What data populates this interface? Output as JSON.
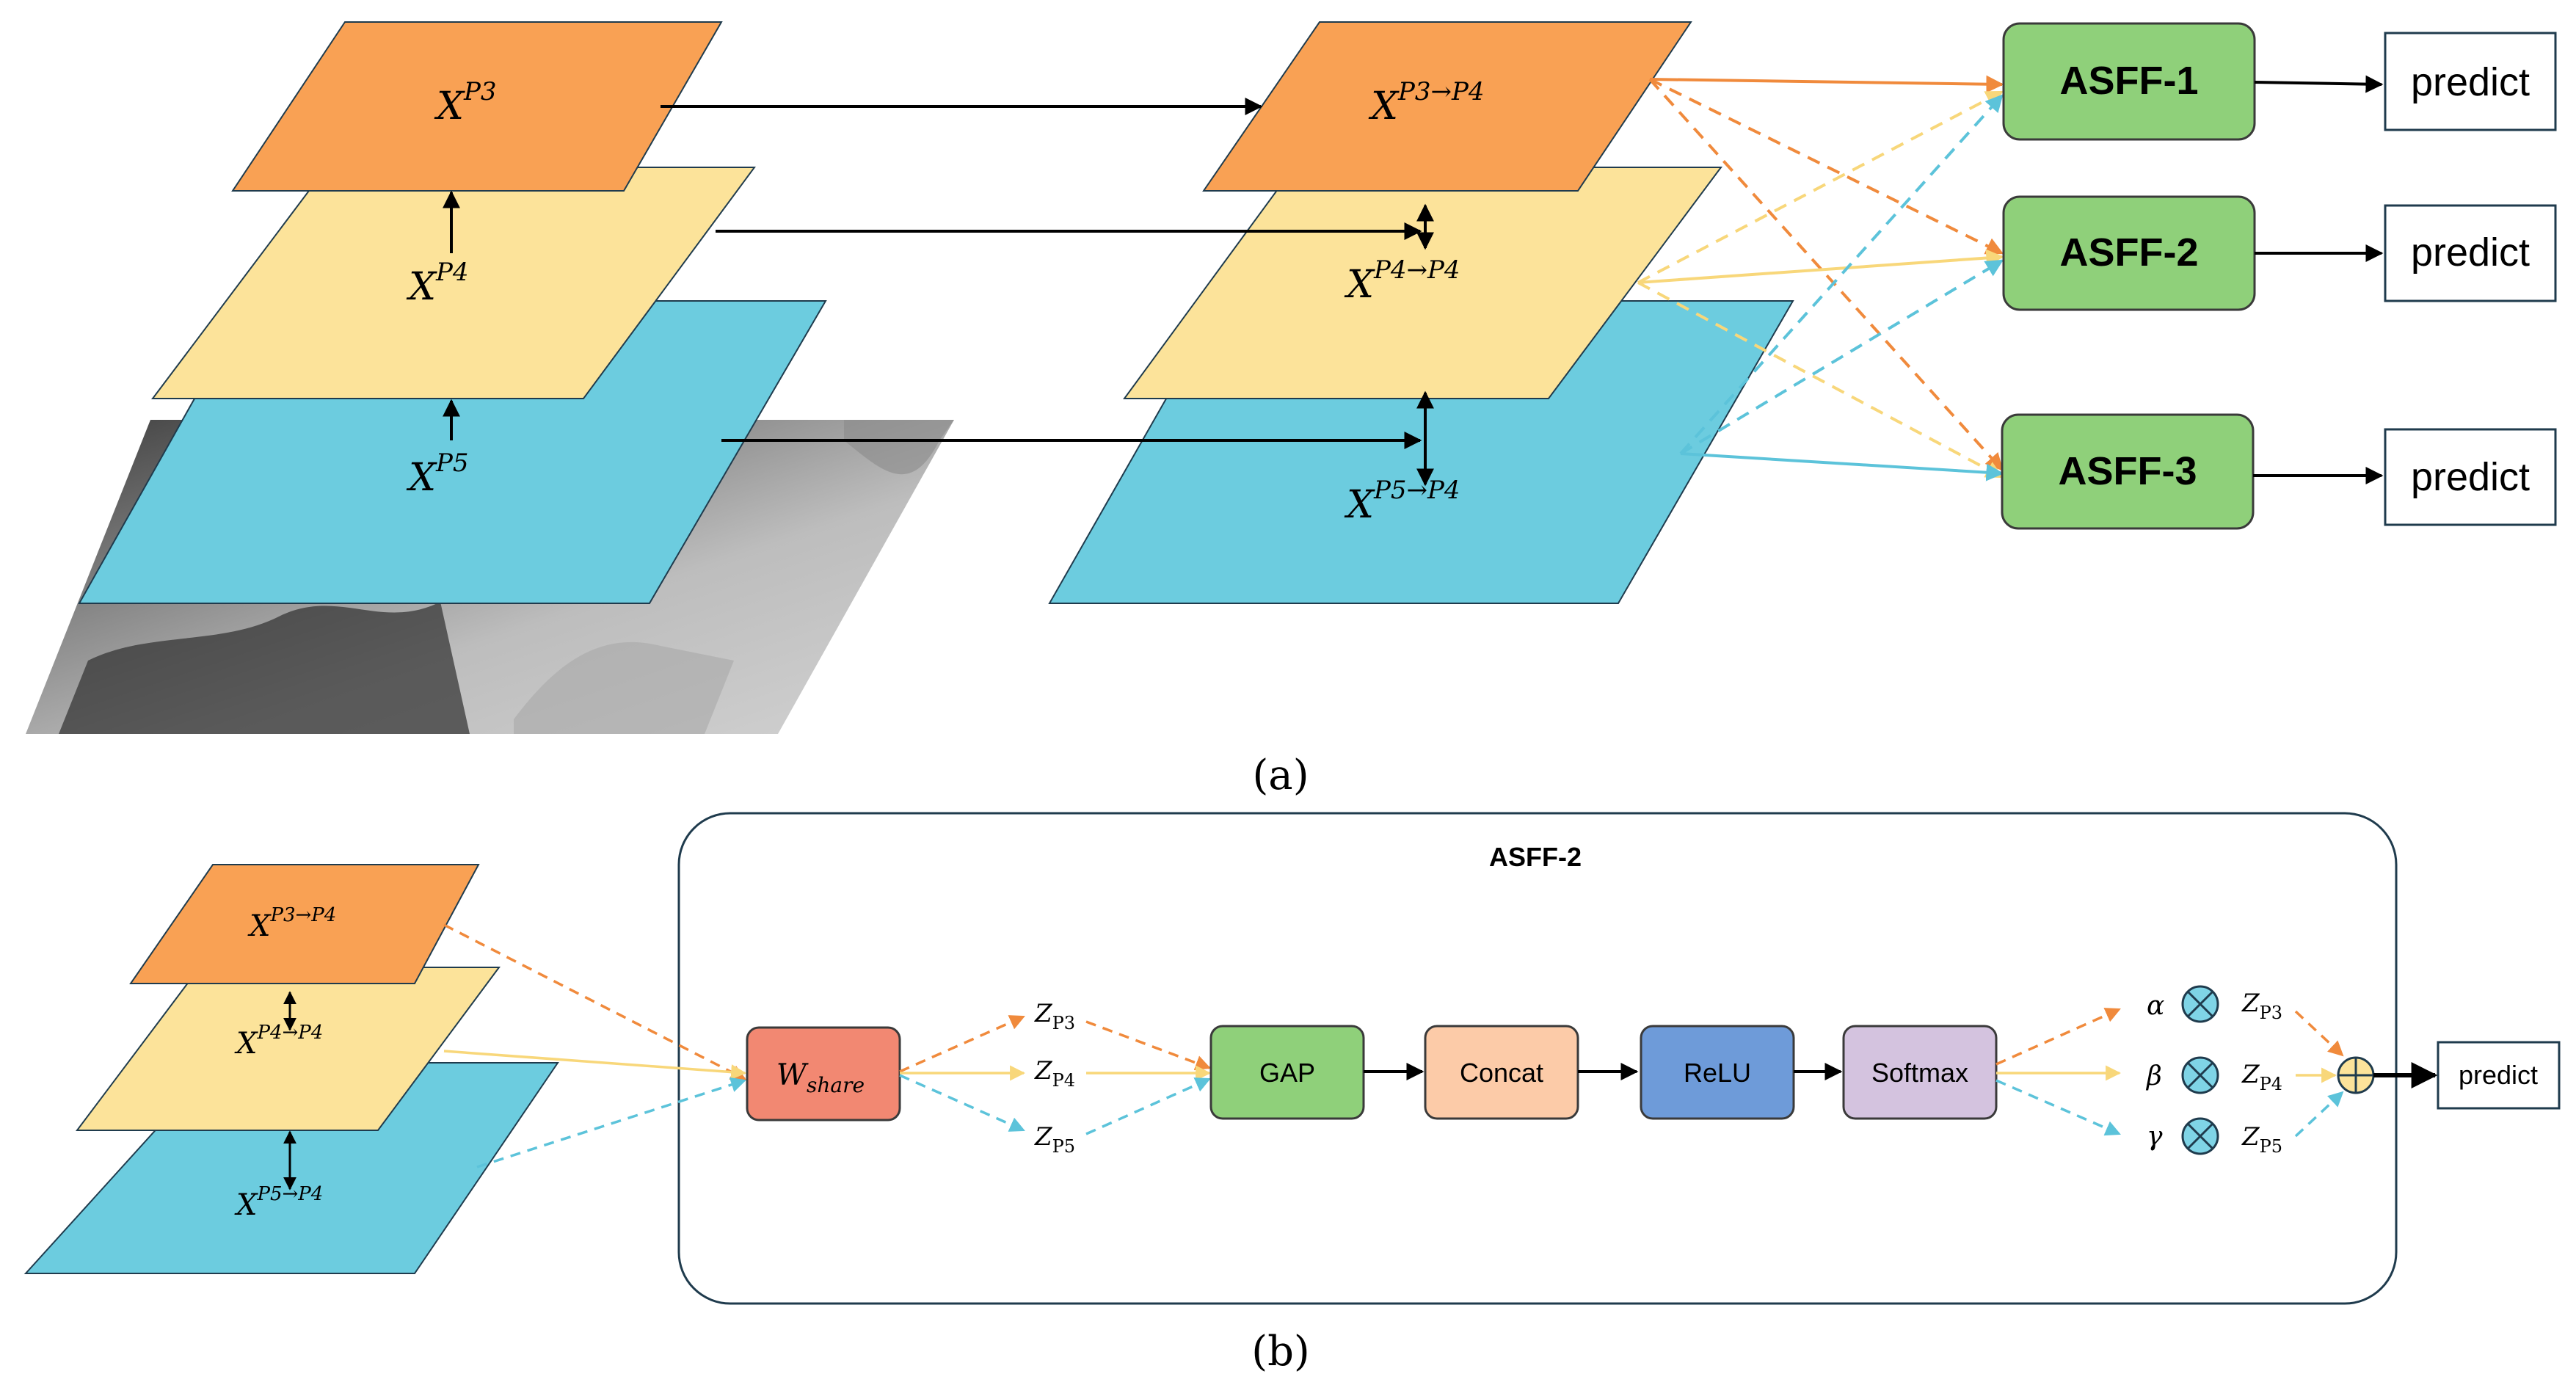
{
  "panel_a": {
    "caption": "(a)",
    "input_layers": {
      "p3": {
        "base": "X",
        "sup": "P3"
      },
      "p4": {
        "base": "X",
        "sup": "P4"
      },
      "p5": {
        "base": "X",
        "sup": "P5"
      }
    },
    "resized_layers": {
      "p3": {
        "base": "X",
        "sup": "P3→P4"
      },
      "p4": {
        "base": "X",
        "sup": "P4→P4"
      },
      "p5": {
        "base": "X",
        "sup": "P5→P4"
      }
    },
    "asff_blocks": [
      "ASFF-1",
      "ASFF-2",
      "ASFF-3"
    ],
    "outputs": [
      "predict",
      "predict",
      "predict"
    ]
  },
  "panel_b": {
    "caption": "(b)",
    "container_title": "ASFF-2",
    "layers": {
      "p3": {
        "base": "X",
        "sup": "P3→P4"
      },
      "p4": {
        "base": "X",
        "sup": "P4→P4"
      },
      "p5": {
        "base": "X",
        "sup": "P5→P4"
      }
    },
    "w_share": {
      "base": "W",
      "sub": "share"
    },
    "z_left": [
      {
        "base": "Z",
        "sub": "P3"
      },
      {
        "base": "Z",
        "sub": "P4"
      },
      {
        "base": "Z",
        "sub": "P5"
      }
    ],
    "blocks": {
      "gap": "GAP",
      "concat": "Concat",
      "relu": "ReLU",
      "softmax": "Softmax"
    },
    "weights": [
      "α",
      "β",
      "γ"
    ],
    "z_right": [
      {
        "base": "Z",
        "sub": "P3"
      },
      {
        "base": "Z",
        "sub": "P4"
      },
      {
        "base": "Z",
        "sub": "P5"
      }
    ],
    "output": "predict"
  },
  "colors": {
    "p3_orange": "#F9A154",
    "p4_yellow": "#FCE39A",
    "p5_blue": "#6CCCDF",
    "asff_green": "#8FD07A",
    "w_share_red": "#F28872",
    "gap_green": "#8FD07A",
    "concat_peach": "#FCCBA8",
    "relu_blue": "#6E9BD9",
    "softmax_lilac": "#D4C3DF",
    "multiply_cyan": "#7FD4E6",
    "sum_yellow": "#FCE39A"
  }
}
